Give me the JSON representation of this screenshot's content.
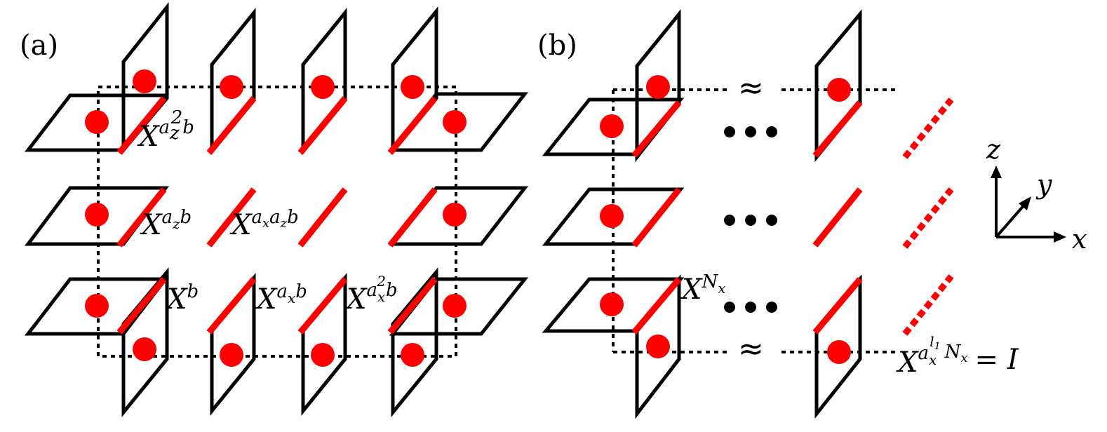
{
  "panel_a": {
    "label": "(a)",
    "ops": {
      "x_az2_b": {
        "base": "X",
        "exp": "a",
        "sub": "z",
        "sup": "2",
        "tail": "b"
      },
      "x_az_b": {
        "base": "X",
        "exp": "a",
        "sub": "z",
        "tail": "b"
      },
      "x_ax_az_b": {
        "base": "X",
        "exp1": "a",
        "sub1": "x",
        "exp2": "a",
        "sub2": "z",
        "tail": "b"
      },
      "x_b": {
        "base": "X",
        "exp": "b"
      },
      "x_ax_b": {
        "base": "X",
        "exp": "a",
        "sub": "x",
        "tail": "b"
      },
      "x_ax2_b": {
        "base": "X",
        "exp": "a",
        "sub": "x",
        "sup": "2",
        "tail": "b"
      }
    }
  },
  "panel_b": {
    "label": "(b)",
    "approx_symbol": "≈",
    "ops": {
      "x_nx": {
        "base": "X",
        "exp": "N",
        "sub": "x"
      },
      "identity": {
        "base": "X",
        "exp": "a",
        "sub": "x",
        "sup": "l",
        "supsub": "1",
        "tail": "N",
        "tailsub": "x",
        "rhs": "= I"
      }
    }
  },
  "axes": {
    "z": "z",
    "y": "y",
    "x": "x"
  },
  "colors": {
    "bond": "#ff0000",
    "site": "#ff0000",
    "plane": "#000000"
  }
}
